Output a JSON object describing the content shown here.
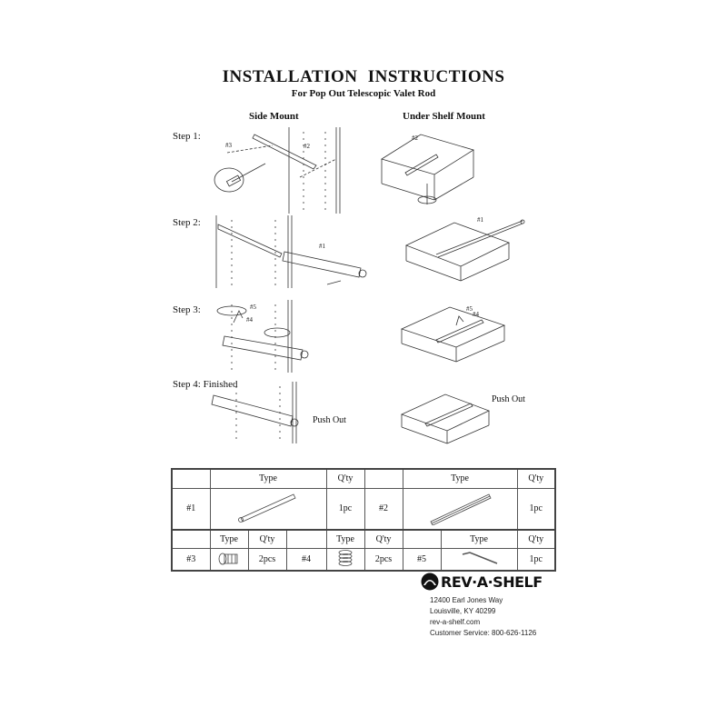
{
  "title": "INSTALLATION  INSTRUCTIONS",
  "subtitle": "For Pop Out Telescopic Valet Rod",
  "columns": {
    "side": "Side Mount",
    "under": "Under Shelf Mount"
  },
  "steps": [
    "Step 1:",
    "Step 2:",
    "Step 3:",
    "Step 4: Finished"
  ],
  "callouts": {
    "p3": "#3",
    "p2": "#2",
    "p1": "#1",
    "p5": "#5",
    "p4": "#4",
    "push_out": "Push Out"
  },
  "parts_table": {
    "header": {
      "type": "Type",
      "qty": "Q'ty"
    },
    "rows": [
      {
        "id": "#1",
        "qty": "1pc",
        "icon": "rod-icon"
      },
      {
        "id": "#2",
        "qty": "1pc",
        "icon": "slide-rail-icon"
      },
      {
        "id": "#3",
        "qty": "2pcs",
        "icon": "screw-icon"
      },
      {
        "id": "#4",
        "qty": "2pcs",
        "icon": "threaded-insert-icon"
      },
      {
        "id": "#5",
        "qty": "1pc",
        "icon": "allen-key-icon"
      }
    ]
  },
  "company": {
    "logo": "REV·A·SHELF",
    "address1": "12400 Earl Jones Way",
    "address2": "Louisville, KY 40299",
    "website": "rev-a-shelf.com",
    "service": "Customer Service: 800-626-1126"
  }
}
